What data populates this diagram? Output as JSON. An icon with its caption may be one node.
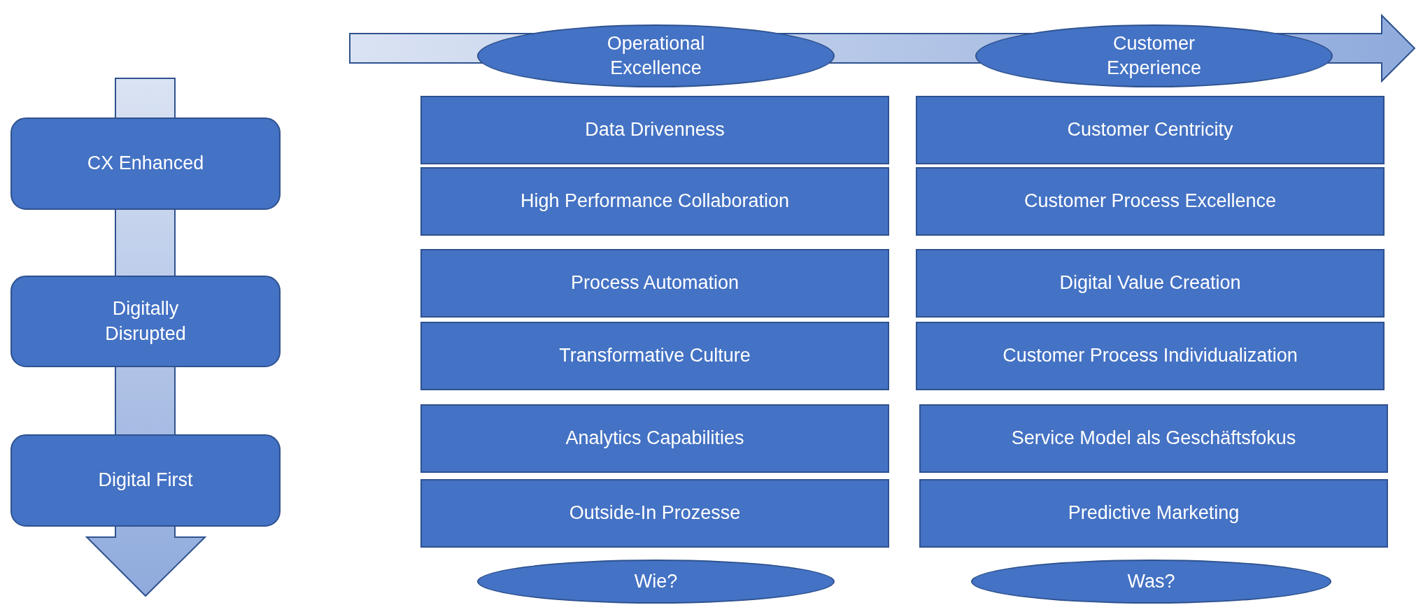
{
  "diagram": {
    "nodes": [
      {
        "text": [
          "Operational Excellence"
        ]
      },
      {
        "text": [
          "Customer Experience"
        ]
      },
      {
        "text": [
          "CX Enhanced"
        ]
      },
      {
        "text": [
          "Digitally Disrupted"
        ]
      },
      {
        "text": [
          "Digital First"
        ]
      },
      {
        "text": [
          "Data Drivenness"
        ]
      },
      {
        "text": [
          "Customer Centricity"
        ]
      },
      {
        "text": [
          "High Performance Collaboration"
        ]
      },
      {
        "text": [
          "Customer Process Excellence"
        ]
      },
      {
        "text": [
          "Process Automation"
        ]
      },
      {
        "text": [
          "Digital Value Creation"
        ]
      },
      {
        "text": [
          "Transformative Culture"
        ]
      },
      {
        "text": [
          "Customer Process Individualization"
        ]
      },
      {
        "text": [
          "Analytics Capabilities"
        ]
      },
      {
        "text": [
          "Service Model als Geschäftsfokus"
        ]
      },
      {
        "text": [
          "Outside-In Prozesse"
        ]
      },
      {
        "text": [
          "Predictive Marketing"
        ]
      },
      {
        "text": [
          "Wie?"
        ]
      },
      {
        "text": [
          "Was?"
        ]
      }
    ],
    "edges": []
  }
}
